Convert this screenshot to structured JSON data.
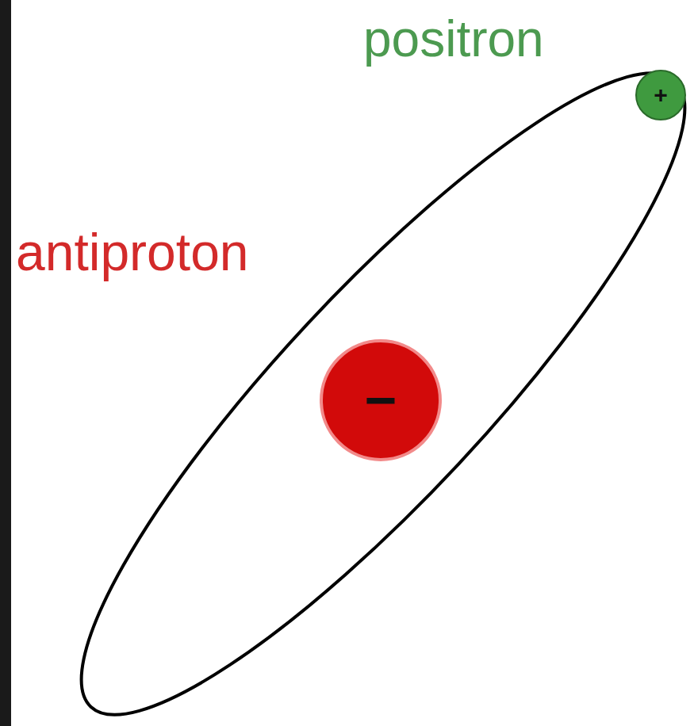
{
  "diagram": {
    "nodes": [
      {
        "text": [
          "+"
        ]
      },
      {
        "text": [
          "−"
        ]
      }
    ],
    "labels": [
      "positron",
      "antiproton"
    ]
  }
}
